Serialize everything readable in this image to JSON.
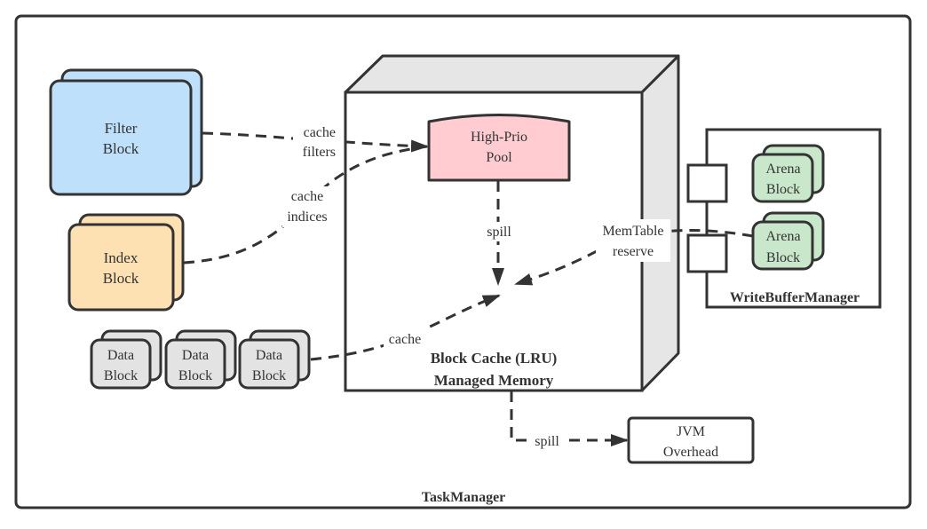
{
  "diagram": {
    "container_label": "TaskManager",
    "block_cache": {
      "title_line1": "Block Cache (LRU)",
      "title_line2": "Managed Memory"
    },
    "high_prio_pool": {
      "line1": "High-Prio",
      "line2": "Pool"
    },
    "filter_block": {
      "line1": "Filter",
      "line2": "Block"
    },
    "index_block": {
      "line1": "Index",
      "line2": "Block"
    },
    "data_blocks": [
      {
        "line1": "Data",
        "line2": "Block"
      },
      {
        "line1": "Data",
        "line2": "Block"
      },
      {
        "line1": "Data",
        "line2": "Block"
      }
    ],
    "write_buffer_manager": {
      "label": "WriteBufferManager",
      "arena_blocks": [
        {
          "line1": "Arena",
          "line2": "Block"
        },
        {
          "line1": "Arena",
          "line2": "Block"
        }
      ]
    },
    "jvm_overhead": {
      "line1": "JVM",
      "line2": "Overhead"
    },
    "edges": {
      "cache_filters": {
        "line1": "cache",
        "line2": "filters"
      },
      "cache_indices": {
        "line1": "cache",
        "line2": "indices"
      },
      "spill_pool": "spill",
      "memtable_reserve": {
        "line1": "MemTable",
        "line2": "reserve"
      },
      "cache_data": "cache",
      "spill_jvm": "spill"
    },
    "colors": {
      "stroke": "#333333",
      "filter_fill": "#bfe0fa",
      "index_fill": "#fee1b2",
      "data_fill": "#e3e3e3",
      "arena_fill": "#c9e7cb",
      "pool_fill": "#ffccd1",
      "cube_side": "#e6e6e6"
    }
  }
}
